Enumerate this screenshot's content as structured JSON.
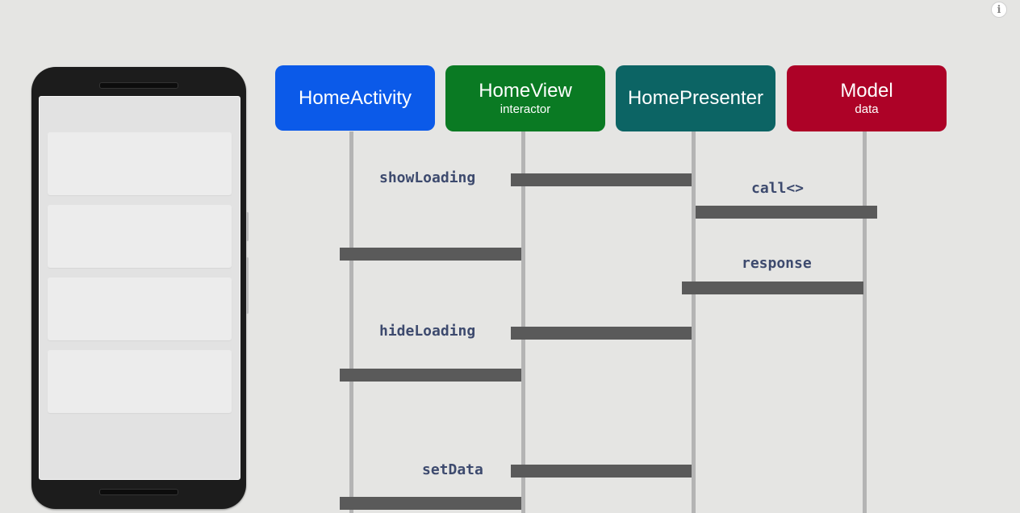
{
  "info_button": {
    "glyph": "i"
  },
  "participants": [
    {
      "name": "HomeActivity",
      "sub": "",
      "color": "#0b5ae9"
    },
    {
      "name": "HomeView",
      "sub": "interactor",
      "color": "#0a7a23"
    },
    {
      "name": "HomePresenter",
      "sub": "",
      "color": "#0c6464"
    },
    {
      "name": "Model",
      "sub": "data",
      "color": "#ad0227"
    }
  ],
  "messages": [
    {
      "label": "showLoading",
      "from": "HomePresenter",
      "to": "HomeView"
    },
    {
      "label": "call<>",
      "from": "HomePresenter",
      "to": "Model"
    },
    {
      "label": "",
      "from": "HomeView",
      "to": "HomeActivity"
    },
    {
      "label": "response",
      "from": "Model",
      "to": "HomePresenter"
    },
    {
      "label": "hideLoading",
      "from": "HomePresenter",
      "to": "HomeView"
    },
    {
      "label": "",
      "from": "HomeView",
      "to": "HomeActivity"
    },
    {
      "label": "setData",
      "from": "HomePresenter",
      "to": "HomeView"
    },
    {
      "label": "",
      "from": "HomeView",
      "to": "HomeActivity"
    }
  ]
}
